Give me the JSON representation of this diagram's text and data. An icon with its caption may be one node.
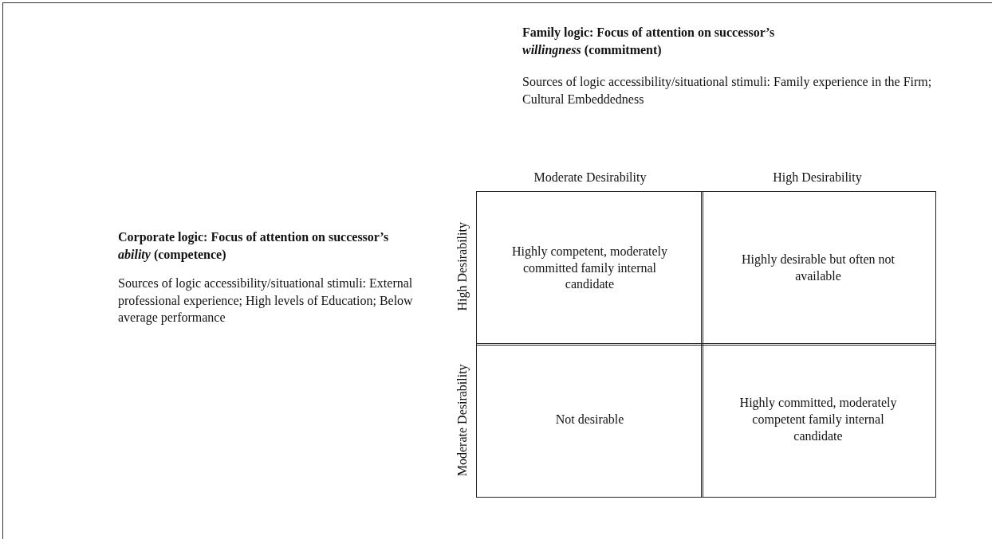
{
  "diagram": {
    "nodes": [
      {
        "text": [
          "Highly competent, moderately committed family internal candidate"
        ]
      },
      {
        "text": [
          "Highly desirable but often not available"
        ]
      },
      {
        "text": [
          "Not desirable"
        ]
      },
      {
        "text": [
          "Highly committed, moderately competent family internal candidate"
        ]
      }
    ],
    "labels": [
      "Family logic: Focus of attention on successor’s *willingness* (commitment)",
      "Sources of logic accessibility/situational stimuli: Family experience in the Firm; Cultural Embeddedness",
      "Moderate Desirability",
      "High Desirability",
      "Corporate logic: Focus of attention on successor’s *ability* (competence)",
      "Sources of logic accessibility/situational stimuli: External professional experience; High levels of Education; Below average performance",
      "High Desirability",
      "Moderate Desirability"
    ]
  }
}
